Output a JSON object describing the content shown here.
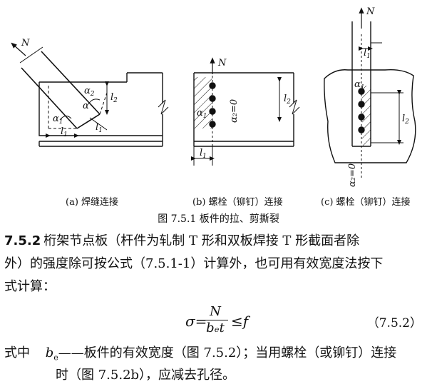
{
  "figure": {
    "sub_a": "(a) 焊缝连接",
    "sub_b": "(b) 螺栓（铆钉）连接",
    "sub_c": "(c) 螺栓（铆钉）连接",
    "caption": "图 7.5.1   板件的拉、剪撕裂",
    "labels": {
      "N": "N",
      "alpha": "α",
      "sub1": "1",
      "sub2": "2",
      "l": "l",
      "a2zero": "α₂=0"
    }
  },
  "section": {
    "number": "7.5.2",
    "line1": "桁架节点板（杆件为轧制 T 形和双板焊接 T 形截面者除",
    "line2": "外）的强度除可按公式（7.5.1-1）计算外，也可用有效宽度法按下",
    "line3": "式计算："
  },
  "equation": {
    "lhs": "σ=",
    "numerator": "N",
    "denominator": "bₑt",
    "rhs": "≤f",
    "number": "（7.5.2）"
  },
  "definition": {
    "prefix": "式中",
    "symbol": "b",
    "symbol_sub": "e",
    "line1": "——板件的有效宽度（图 7.5.2）；当用螺栓（或铆钉）连接",
    "line2": "时（图 7.5.2b），应减去孔径。"
  }
}
